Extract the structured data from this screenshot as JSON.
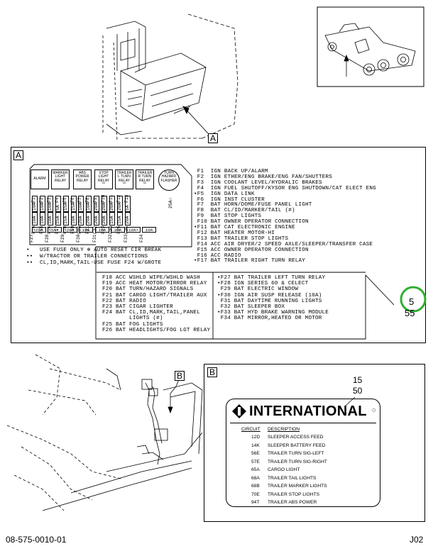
{
  "drawing_number": "08-575-0010-01",
  "sheet_code": "J02",
  "callouts": {
    "a": "A",
    "b": "B"
  },
  "marker_5": {
    "top": "5",
    "bottom": "55"
  },
  "marker_15": {
    "top": "15",
    "bottom": "50"
  },
  "relays": [
    {
      "id": "alarm",
      "lines": [
        "ALARM"
      ]
    },
    {
      "id": "marker",
      "lines": [
        "MARKER",
        "LIGHT",
        "RELAY"
      ]
    },
    {
      "id": "abs",
      "lines": [
        "ABS",
        "POWER",
        "RELAY"
      ]
    },
    {
      "id": "stop",
      "lines": [
        "STOP",
        "LIGHT",
        "RELAY",
        "**"
      ]
    },
    {
      "id": "trailer-l",
      "lines": [
        "TRAILER",
        "L TURN",
        "RELAY",
        "**"
      ]
    },
    {
      "id": "trailer-r",
      "lines": [
        "TRAILER",
        "R TURN",
        "RELAY",
        "**"
      ]
    },
    {
      "id": "turn",
      "lines": [
        "TURN",
        "HAZARD",
        "FLASHER"
      ]
    }
  ],
  "fuse_rows": {
    "top_names": [
      "F1",
      "F2",
      "F3",
      "F4",
      "F5",
      "F6",
      "F7",
      "F8",
      "F9",
      "F10",
      "F11",
      "F12",
      "F13"
    ],
    "top_amps": [
      "10A",
      "10A",
      "10A",
      "5A",
      "15A",
      "15A",
      "10A",
      "10A",
      "20A",
      "20A",
      "20A",
      "20A",
      "5A"
    ],
    "mid_names": [
      "F14",
      "F15",
      "F16",
      "F17",
      "F18",
      "F19",
      "F20",
      "F21",
      "F22",
      "F23",
      "F24",
      "F25",
      "F26"
    ],
    "mid_amps": [
      "10A",
      "10A",
      "10A",
      "15A",
      "15A",
      "10A",
      "20A",
      "20A",
      "20A",
      "20A",
      "15A",
      "15A",
      "20A"
    ],
    "bottom_names": [
      "F27",
      "F28",
      "F29",
      "F30",
      "F31",
      "F32",
      "F33",
      "F34"
    ],
    "bottom_amps": [
      "25A",
      "5A•",
      "20A",
      "10A",
      "10A",
      "30A",
      "10A•",
      "10A"
    ],
    "extra_amp": "25A○"
  },
  "notes": [
    "•   USE FUSE ONLY ⊗ AUTO RESET CIR BREAK",
    "••  W/TRACTOR OR TRAILER CONNECTIONS",
    "••  CL,ID,MARK,TAIL-USE FUSE F24 W/GROTE"
  ],
  "fuse_list_right": [
    " F1  IGN BACK UP/ALARM",
    " F2  IGN ETHER/ENG BRAKE/ENG FAN/SHUTTERS",
    " F3  IGN COOLANT LEVEL/HYDRALIC BRAKES",
    " F4  IGN FUEL SHUTOFF/KYSOR ENG SHUTDOWN/CAT ELECT ENG",
    "•F5  IGN DATA LINK",
    " F6  IGN INST CLUSTER",
    " F7  BAT HORN/DOME/FUSE PANEL LIGHT",
    " F8  BAT CL/ID/MARKER/TAIL (#)",
    " F9  BAT STOP LIGHTS",
    " F10 BAT OWNER OPERATOR CONNECTION",
    "•F11 BAT CAT ELECTRONIC ENGINE",
    " F12 BAT HEATER MOTOR-HI",
    " F13 BAT TRAILER STOP LIGHTS",
    " F14 ACC AIR DRYER/2 SPEED AXLE/SLEEPER/TRANSFER CASE",
    " F15 ACC OWNER OPERATOR CONNECTION",
    " F16 ACC RADIO",
    "•F17 BAT TRAILER RIGHT TURN RELAY"
  ],
  "fuse_list_bottom_left": [
    "F18 ACC WSHLD WIPE/WSHLD WASH",
    "F19 ACC HEAT MOTOR/MIRROR RELAY",
    "F20 BAT TURN/HAZARD SIGNALS",
    "F21 BAT CARGO LIGHT/TRAILER AUX",
    "F22 BAT RADIO",
    "F23 BAT CIGAR LIGHTER",
    "F24 BAT CL,ID,MARK,TAIL,PANEL",
    "        LIGHTS (#)",
    "F25 BAT FOG LIGHTS",
    "F26 BAT HEADLIGHTS/FOG LGT RELAY"
  ],
  "fuse_list_bottom_right": [
    "•F27 BAT TRAILER LEFT TURN RELAY",
    "•F28 IGN SERIES 60 & CELECT",
    " F29 BAT ELECTRIC WINDOW",
    "•F30 IGN AIR SUSP RELEASE (10A)",
    " F31 BAT DAYTIME RUNNING LIGHTS",
    " F32 BAT SLEEPER BOX",
    "•F33 BAT HYD BRAKE WARNING MODULE",
    " F34 BAT MIRROR,HEATED OR MOTOR"
  ],
  "label_b": {
    "brand": "INTERNATIONAL",
    "header_circuit": "CIRCUIT",
    "header_description": "DESCRIPTION",
    "rows": [
      {
        "circuit": "12D",
        "desc": "SLEEPER ACCESS FEED"
      },
      {
        "circuit": "14K",
        "desc": "SLEEPER BATTERY FEED"
      },
      {
        "circuit": "56E",
        "desc": "TRAILER TURN SIG-LEFT"
      },
      {
        "circuit": "57E",
        "desc": "TRAILER TURN SIG-RIGHT"
      },
      {
        "circuit": "65A",
        "desc": "CARGO LIGHT"
      },
      {
        "circuit": "68A",
        "desc": "TRAILER TAIL LIGHTS"
      },
      {
        "circuit": "68B",
        "desc": "TRAILER MARKER LIGHTS"
      },
      {
        "circuit": "70E",
        "desc": "TRAILER STOP LIGHTS"
      },
      {
        "circuit": "94T",
        "desc": "TRAILER ABS POWER"
      }
    ]
  },
  "colors": {
    "highlight_circle": "#2fae2f",
    "ink": "#000000"
  }
}
